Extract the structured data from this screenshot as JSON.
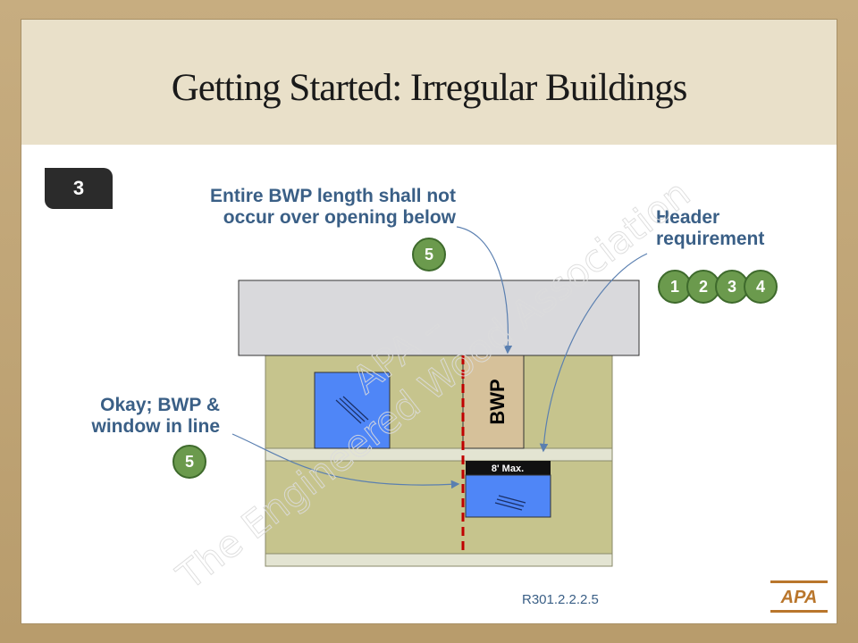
{
  "title": "Getting Started: Irregular Buildings",
  "step_number": "3",
  "callouts": {
    "bwp_length": [
      "Entire BWP length shall not",
      "occur over opening below"
    ],
    "header": [
      "Header",
      "requirement"
    ],
    "window_in_line": [
      "Okay; BWP  &",
      "window in line"
    ]
  },
  "badges": {
    "bwp_length": "5",
    "window_in_line": "5",
    "header": [
      "1",
      "2",
      "3",
      "4"
    ]
  },
  "diagram": {
    "bwp_label": "BWP",
    "max_label": "8' Max."
  },
  "reference": "R301.2.2.2.5",
  "watermark": [
    "APA –",
    "The Engineered Wood Association"
  ],
  "logo_text": "APA",
  "colors": {
    "wall": "#c6c48d",
    "bwp_panel": "#d6c19a",
    "window": "#4f86f7",
    "roof": "#d9d9dc",
    "callout_text": "#3a5f86",
    "badge": "#6b9a4d",
    "dashed_line": "#c00000"
  }
}
